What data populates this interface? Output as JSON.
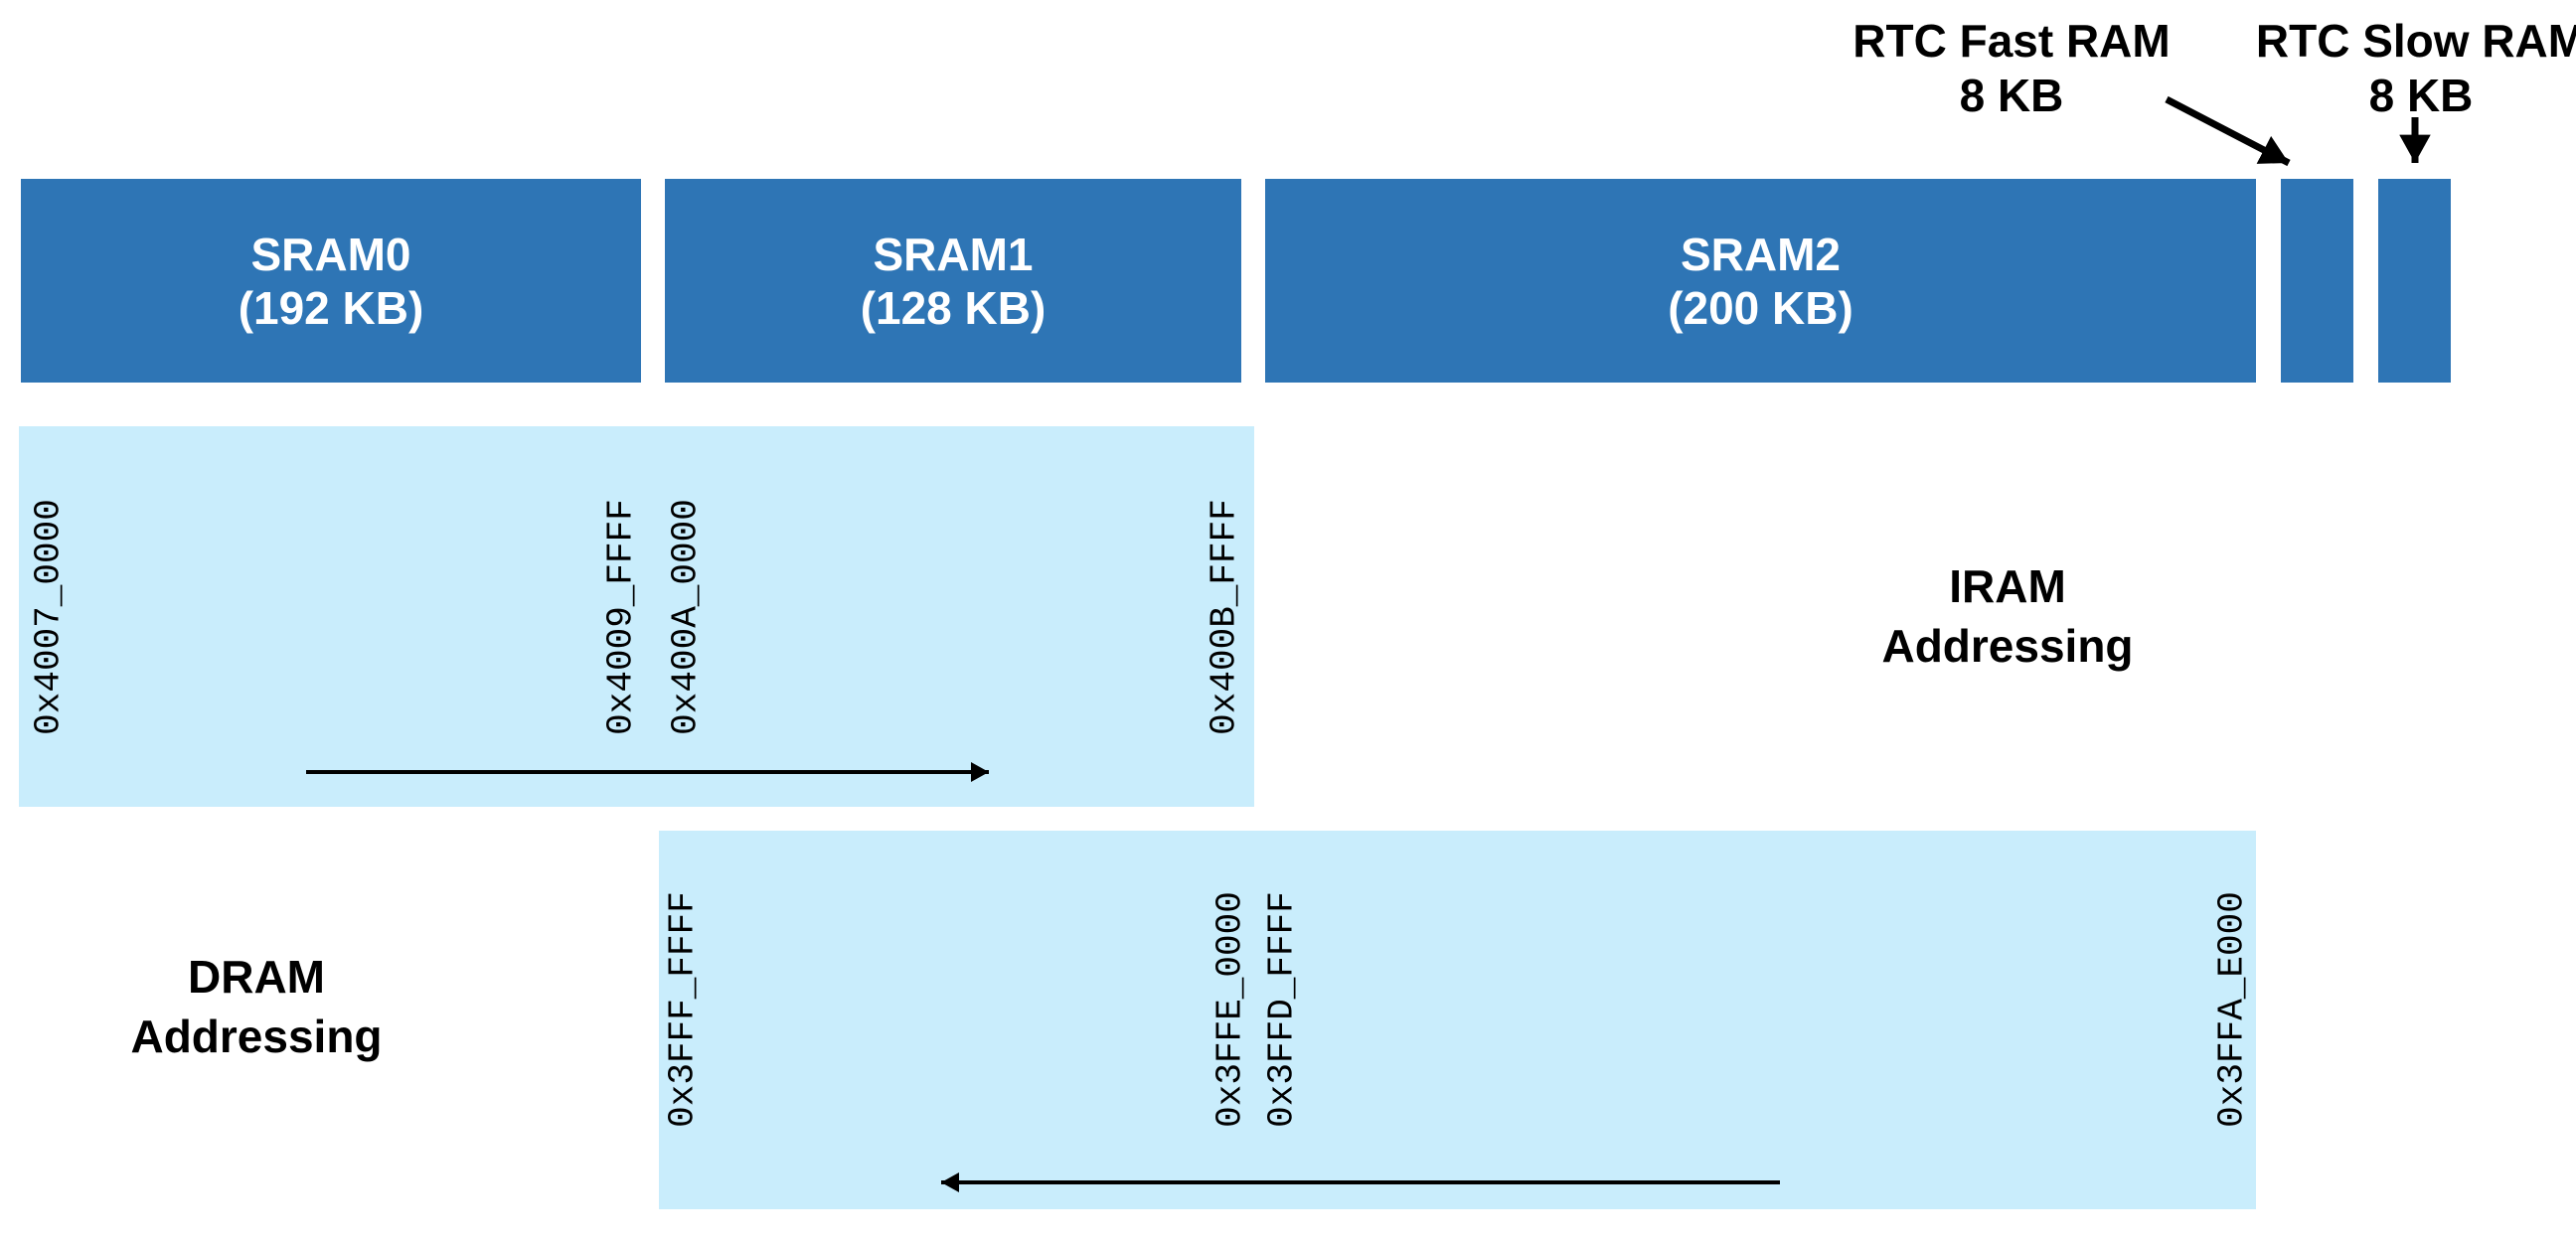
{
  "colors": {
    "bar_blue": "#2E75B5",
    "panel_blue": "#C9EDFC",
    "bar_text": "#FFFFFF",
    "arrow_black": "#000000"
  },
  "callouts": {
    "rtc_fast": {
      "title": "RTC Fast RAM",
      "size": "8 KB"
    },
    "rtc_slow": {
      "title": "RTC Slow RAM",
      "size": "8 KB"
    }
  },
  "bars": [
    {
      "name": "SRAM0",
      "size": "(192 KB)"
    },
    {
      "name": "SRAM1",
      "size": "(128 KB)"
    },
    {
      "name": "SRAM2",
      "size": "(200 KB)"
    }
  ],
  "iram": {
    "title": "IRAM",
    "subtitle": "Addressing",
    "addresses": [
      "0x4007_0000",
      "0x4009_FFFF",
      "0x400A_0000",
      "0x400B_FFFF"
    ]
  },
  "dram": {
    "title": "DRAM",
    "subtitle": "Addressing",
    "addresses": [
      "0x3FFF_FFFF",
      "0x3FFE_0000",
      "0x3FFD_FFFF",
      "0x3FFA_E000"
    ]
  }
}
